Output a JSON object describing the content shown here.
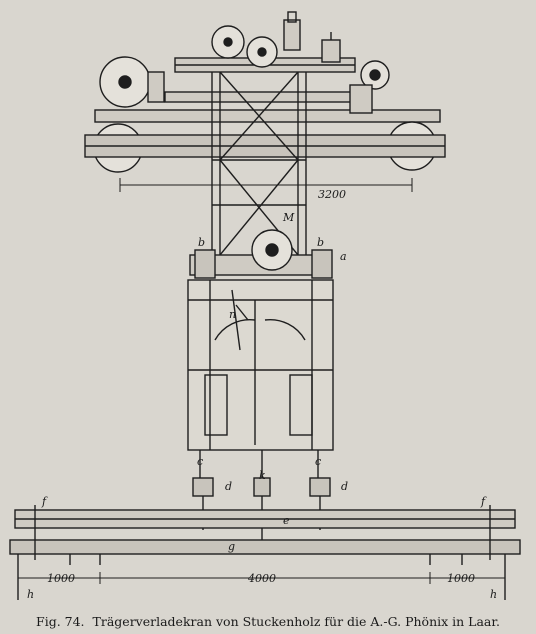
{
  "figure": {
    "number": "Fig. 74.",
    "caption": "Trägerverladekran von Stuckenholz für die A.-G. Phönix in Laar."
  },
  "dimensions": {
    "trolley_span": "3200",
    "beam_center": "4000",
    "beam_left": "1000",
    "beam_right": "1000"
  },
  "labels": {
    "motor": "M",
    "b_left": "b",
    "b_right": "b",
    "a": "a",
    "n": "n",
    "c_left": "c",
    "c_right": "c",
    "d_left": "d",
    "d_right": "d",
    "k": "k",
    "e": "e",
    "f_left": "f",
    "f_right": "f",
    "g": "g",
    "h_left": "h",
    "h_right": "h"
  }
}
